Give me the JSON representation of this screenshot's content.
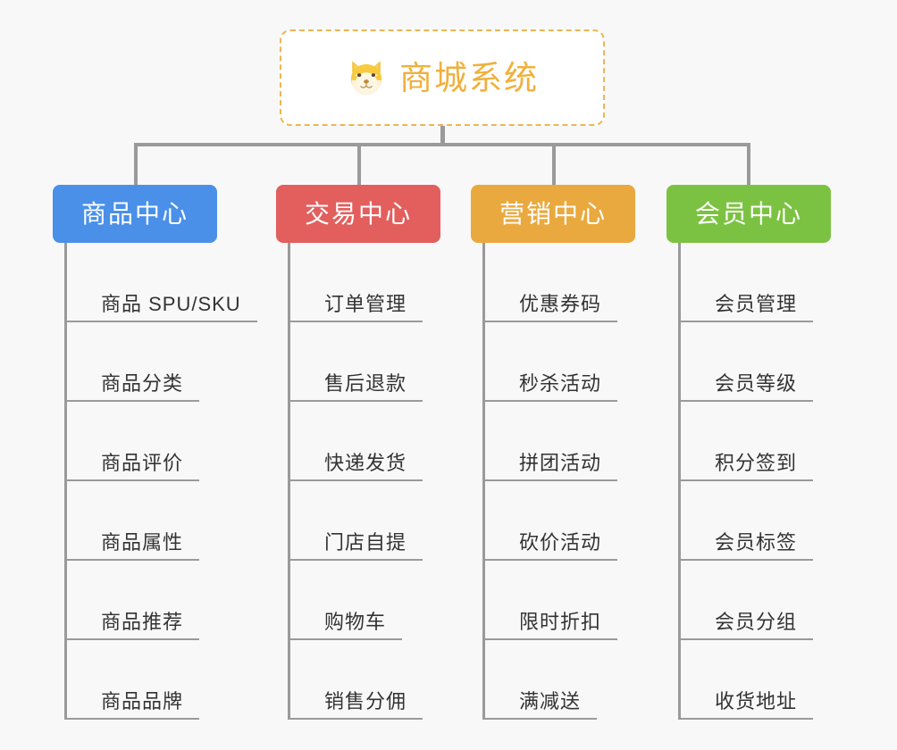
{
  "root": {
    "title": "商城系统",
    "icon": "shiba-dog-icon",
    "border_color": "#eeb553",
    "text_color": "#f0b03c",
    "background": "#ffffff"
  },
  "page": {
    "background": "#f8f8f8",
    "connector_color": "#9a9a9a"
  },
  "columns": [
    {
      "label": "商品中心",
      "color": "#4a90e8",
      "items": [
        "商品 SPU/SKU",
        "商品分类",
        "商品评价",
        "商品属性",
        "商品推荐",
        "商品品牌"
      ]
    },
    {
      "label": "交易中心",
      "color": "#e25f5d",
      "items": [
        "订单管理",
        "售后退款",
        "快递发货",
        "门店自提",
        "购物车",
        "销售分佣"
      ]
    },
    {
      "label": "营销中心",
      "color": "#eaa93e",
      "items": [
        "优惠券码",
        "秒杀活动",
        "拼团活动",
        "砍价活动",
        "限时折扣",
        "满减送"
      ]
    },
    {
      "label": "会员中心",
      "color": "#7cc242",
      "items": [
        "会员管理",
        "会员等级",
        "积分签到",
        "会员标签",
        "会员分组",
        "收货地址"
      ]
    }
  ]
}
